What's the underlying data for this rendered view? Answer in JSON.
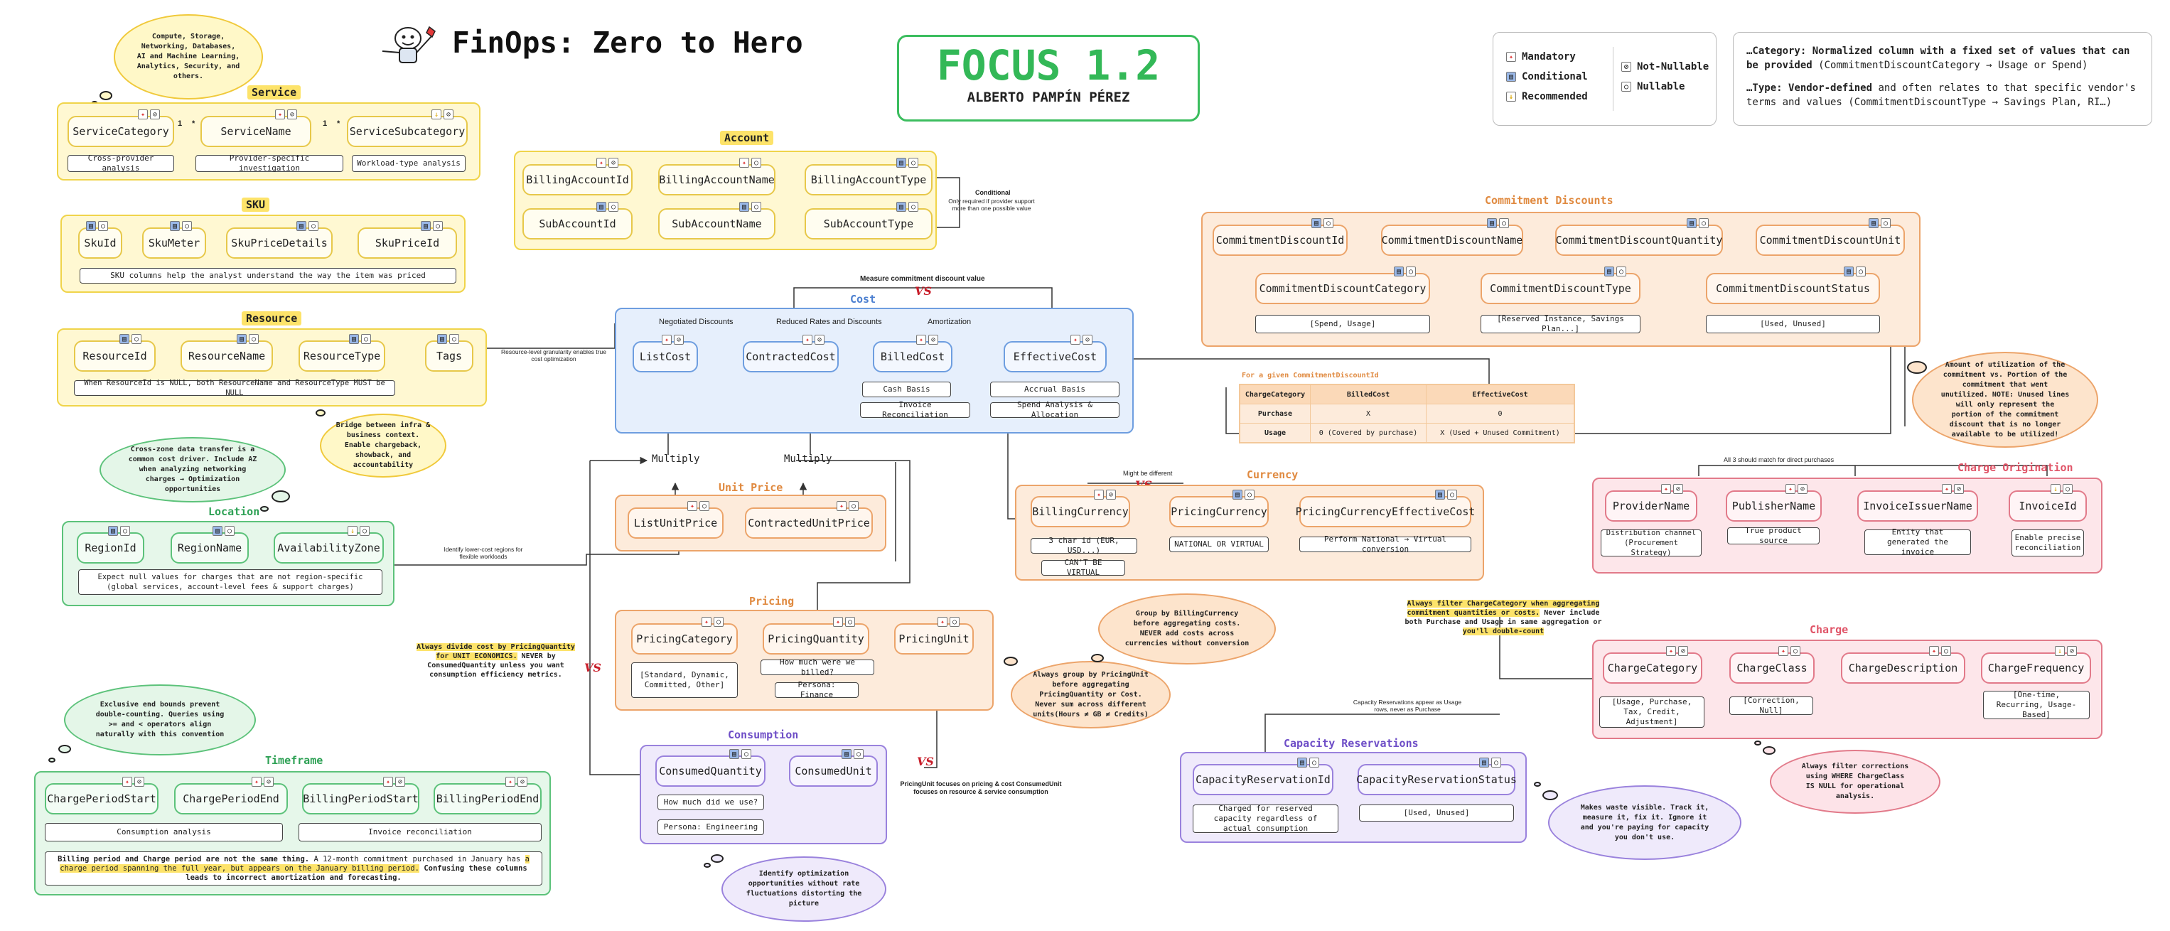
{
  "header": {
    "title": "FinOps: Zero to Hero",
    "focus_title": "FOCUS 1.2",
    "author": "ALBERTO PAMPÍN PÉREZ"
  },
  "colors": {
    "mandatory": "#d33",
    "yellow": "#f0d44a",
    "blue": "#6e9ee0",
    "orange": "#eca46a",
    "green": "#5cc27a",
    "purple": "#9a82dd",
    "red": "#e27a8a",
    "vs": "#c81e2a"
  },
  "legend": {
    "mandatory": "Mandatory",
    "conditional": "Conditional",
    "recommended": "Recommended",
    "not_nullable": "Not-Nullable",
    "nullable": "Nullable"
  },
  "definitions": {
    "category_key": "…Category:",
    "category_text": "Normalized column with a fixed set of values that can be provided",
    "category_example": "(CommitmentDiscountCategory → Usage or Spend)",
    "type_key": "…Type:",
    "type_bold": "Vendor-defined",
    "type_text": "and often relates to that specific vendor's terms and values (CommitmentDiscountType → Savings Plan, RI…)"
  },
  "service": {
    "title": "Service",
    "columns": [
      "ServiceCategory",
      "ServiceName",
      "ServiceSubcategory"
    ],
    "notes": [
      "Cross-provider analysis",
      "Provider-specific investigation",
      "Workload-type analysis"
    ],
    "cardinality": [
      "1",
      "*",
      "1",
      "*"
    ],
    "cloud": "Compute, Storage, Networking, Databases, AI and Machine Learning, Analytics, Security, and others."
  },
  "sku": {
    "title": "SKU",
    "columns": [
      "SkuId",
      "SkuMeter",
      "SkuPriceDetails",
      "SkuPriceId"
    ],
    "note": "SKU columns help the analyst understand the way the item was priced"
  },
  "resource": {
    "title": "Resource",
    "columns": [
      "ResourceId",
      "ResourceName",
      "ResourceType",
      "Tags"
    ],
    "note": "When ResourceId is NULL, both ResourceName and ResourceType MUST be NULL",
    "link_label": "Resource-level granularity enables true cost optimization",
    "cloud": "Bridge between infra & business context. Enable chargeback, showback, and accountability"
  },
  "location": {
    "title": "Location",
    "columns": [
      "RegionId",
      "RegionName",
      "AvailabilityZone"
    ],
    "note": "Expect null values for charges that are not region-specific (global services, account-level fees & support charges)",
    "link_label": "Identify lower-cost regions for flexible workloads",
    "cloud": "Cross-zone data transfer is a common cost driver. Include AZ when analyzing networking charges → Optimization opportunities"
  },
  "timeframe": {
    "title": "Timeframe",
    "columns": [
      "ChargePeriodStart",
      "ChargePeriodEnd",
      "BillingPeriodStart",
      "BillingPeriodEnd"
    ],
    "notes": [
      "Consumption analysis",
      "Invoice reconciliation"
    ],
    "warning_bold": "Billing period and Charge period are not the same thing.",
    "warning_text1": "A 12-month commitment purchased in January has",
    "warning_hl": "a charge period spanning the full year, but appears on the January billing period.",
    "warning_text2": "Confusing these columns leads to incorrect amortization and forecasting.",
    "cloud": "Exclusive end bounds prevent double-counting. Queries using >= and < operators align naturally with this convention"
  },
  "account": {
    "title": "Account",
    "columns": [
      "BillingAccountId",
      "BillingAccountName",
      "BillingAccountType",
      "SubAccountId",
      "SubAccountName",
      "SubAccountType"
    ],
    "conditional_title": "Conditional",
    "conditional_text": "Only required if provider support more than one possible value"
  },
  "cost": {
    "title": "Cost",
    "columns": [
      "ListCost",
      "ContractedCost",
      "BilledCost",
      "EffectiveCost"
    ],
    "arrow_labels": [
      "Negotiated Discounts",
      "Reduced Rates and Discounts",
      "Amortization"
    ],
    "notes": [
      "Cash Basis",
      "Invoice Reconciliation",
      "Accrual Basis",
      "Spend Analysis & Allocation"
    ],
    "measure_label": "Measure commitment discount value",
    "multiply": [
      "Multiply",
      "Multiply"
    ]
  },
  "unit_price": {
    "title": "Unit Price",
    "columns": [
      "ListUnitPrice",
      "ContractedUnitPrice"
    ]
  },
  "pricing": {
    "title": "Pricing",
    "columns": [
      "PricingCategory",
      "PricingQuantity",
      "PricingUnit"
    ],
    "notes": [
      "[Standard, Dynamic, Committed, Other]",
      "How much were we billed?",
      "Persona: Finance"
    ],
    "warning_hl": "Always divide cost by PricingQuantity for UNIT ECONOMICS.",
    "warning_text": "NEVER by ConsumedQuantity unless you want consumption efficiency metrics.",
    "cloud": "Always group by PricingUnit before aggregating PricingQuantity or Cost. Never sum across different units(Hours ≠ GB ≠ Credits)"
  },
  "consumption": {
    "title": "Consumption",
    "columns": [
      "ConsumedQuantity",
      "ConsumedUnit"
    ],
    "notes": [
      "How much did we use?",
      "Persona: Engineering"
    ],
    "vs_label": "PricingUnit focuses on pricing & cost ConsumedUnit focuses on resource & service consumption",
    "cloud": "Identify optimization opportunities without rate fluctuations distorting the picture"
  },
  "currency": {
    "title": "Currency",
    "columns": [
      "BillingCurrency",
      "PricingCurrency",
      "PricingCurrencyEffectiveCost"
    ],
    "notes": [
      "3 char id (EUR, USD...)",
      "CAN'T BE VIRTUAL",
      "NATIONAL OR VIRTUAL",
      "Perform National → Virtual conversion"
    ],
    "might_differ": "Might be different",
    "cloud": "Group by BillingCurrency before aggregating costs. NEVER add costs across currencies without conversion"
  },
  "commitment": {
    "title": "Commitment Discounts",
    "columns": [
      "CommitmentDiscountId",
      "CommitmentDiscountName",
      "CommitmentDiscountQuantity",
      "CommitmentDiscountUnit",
      "CommitmentDiscountCategory",
      "CommitmentDiscountType",
      "CommitmentDiscountStatus"
    ],
    "notes": [
      "[Spend, Usage]",
      "[Reserved Instance, Savings Plan...]",
      "[Used, Unused]"
    ],
    "table_caption": "For a given CommitmentDiscountId",
    "table_header": [
      "ChargeCategory",
      "BilledCost",
      "EffectiveCost"
    ],
    "table_rows": [
      [
        "Purchase",
        "X",
        "0"
      ],
      [
        "Usage",
        "0 (Covered by purchase)",
        "X (Used + Unused Commitment)"
      ]
    ],
    "cloud": "Amount of utilization of the commitment vs. Portion of the commitment that went unutilized. NOTE: Unused lines will only represent the portion of the commitment discount that is no longer available to be utilized!"
  },
  "charge_origination": {
    "title": "Charge Origination",
    "columns": [
      "ProviderName",
      "PublisherName",
      "InvoiceIssuerName",
      "InvoiceId"
    ],
    "notes": [
      "Distribution channel (Procurement Strategy)",
      "True product source",
      "Entity that generated the invoice",
      "Enable precise reconciliation"
    ],
    "top_label": "All 3 should match for direct purchases"
  },
  "charge": {
    "title": "Charge",
    "columns": [
      "ChargeCategory",
      "ChargeClass",
      "ChargeDescription",
      "ChargeFrequency"
    ],
    "notes": [
      "[Usage, Purchase, Tax, Credit, Adjustment]",
      "[Correction, Null]",
      "[One-time, Recurring, Usage-Based]"
    ],
    "warning_hl": "Always filter ChargeCategory when aggregating commitment quantities or costs.",
    "warning_text": "Never include both Purchase and Usage in same aggregation or",
    "warning_hl2": "you'll double-count",
    "cloud": "Always filter corrections using WHERE ChargeClass IS NULL for operational analysis."
  },
  "capacity": {
    "title": "Capacity Reservations",
    "columns": [
      "CapacityReservationId",
      "CapacityReservationStatus"
    ],
    "notes": [
      "Charged for reserved capacity regardless of actual consumption",
      "[Used, Unused]"
    ],
    "link_label": "Capacity Reservations appear as Usage rows, never as Purchase",
    "cloud": "Makes waste visible. Track it, measure it, fix it. Ignore it and you're paying for capacity you don't use."
  },
  "vs": "VS"
}
